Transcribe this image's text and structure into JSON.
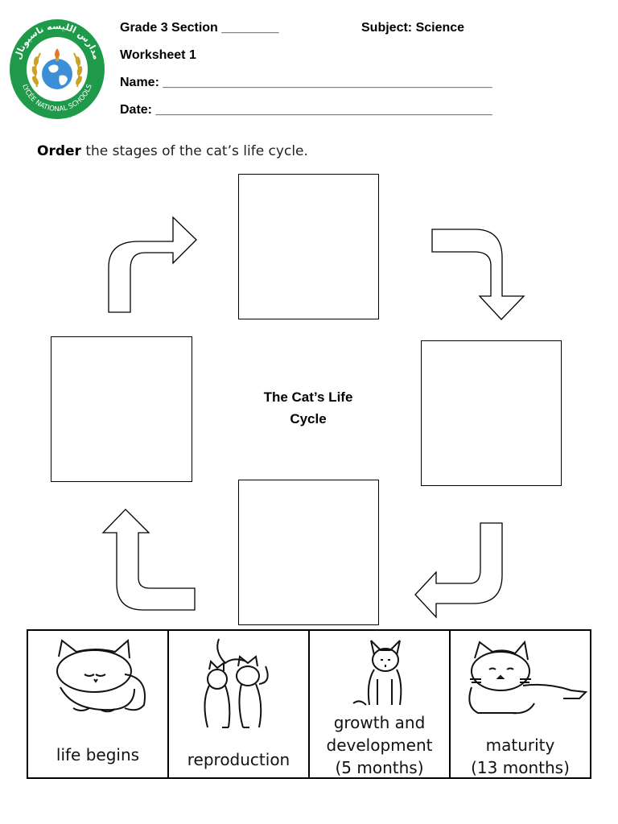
{
  "header": {
    "logo_arabic": "مدارس الليسه ناسيونال",
    "logo_latin": "LYCÉE NATIONAL SCHOOLS",
    "grade_section": "Grade 3 Section ________",
    "subject": "Subject: Science",
    "worksheet": "Worksheet 1",
    "name_label": "Name: ______________________________________________",
    "date_label": "Date: _______________________________________________"
  },
  "instruction": {
    "bold": "Order",
    "rest": " the stages of the cat’s life cycle."
  },
  "diagram": {
    "title_line1": "The Cat’s Life",
    "title_line2": "Cycle"
  },
  "cards": [
    {
      "lines": [
        "life begins"
      ],
      "icon": "kitten-icon"
    },
    {
      "lines": [
        "reproduction"
      ],
      "icon": "cat-pair-icon"
    },
    {
      "lines": [
        "growth and",
        "development",
        "(5 months)"
      ],
      "icon": "young-cat-icon"
    },
    {
      "lines": [
        "maturity",
        "(13 months)"
      ],
      "icon": "adult-cat-icon"
    }
  ],
  "colors": {
    "logo_green": "#1f9a4a",
    "logo_blue": "#3a8fd6",
    "ink": "#000000"
  }
}
